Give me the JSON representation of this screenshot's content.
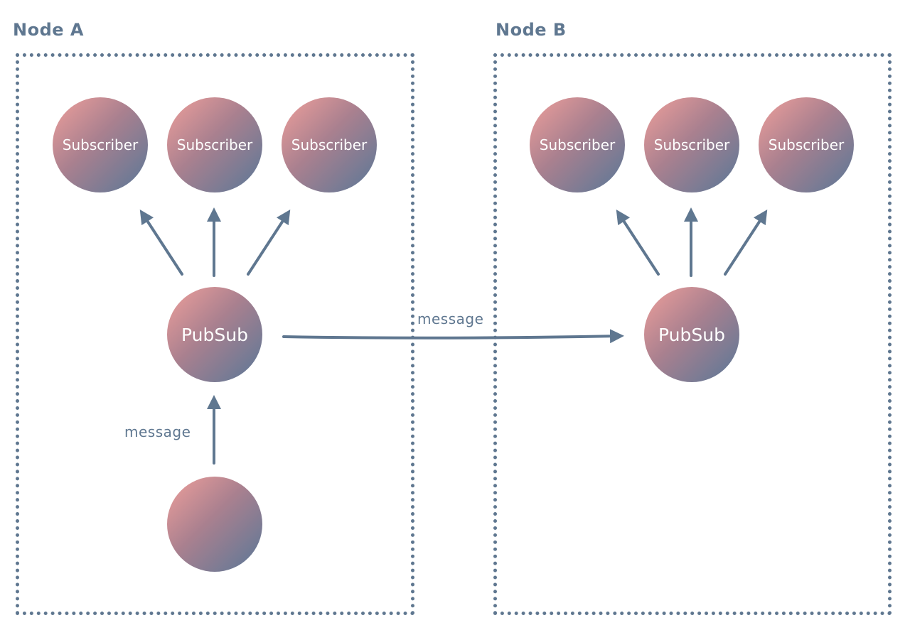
{
  "nodes": [
    {
      "title": "Node A",
      "subscribers": [
        "Subscriber",
        "Subscriber",
        "Subscriber"
      ],
      "pubsub_label": "PubSub",
      "publisher_label": "",
      "publish_edge_label": "message"
    },
    {
      "title": "Node B",
      "subscribers": [
        "Subscriber",
        "Subscriber",
        "Subscriber"
      ],
      "pubsub_label": "PubSub"
    }
  ],
  "cross_node_edge_label": "message",
  "colors": {
    "stroke": "#5f7790",
    "gradient_start": "#d89597",
    "gradient_end": "#6f7a95",
    "circle_text": "#ffffff"
  }
}
